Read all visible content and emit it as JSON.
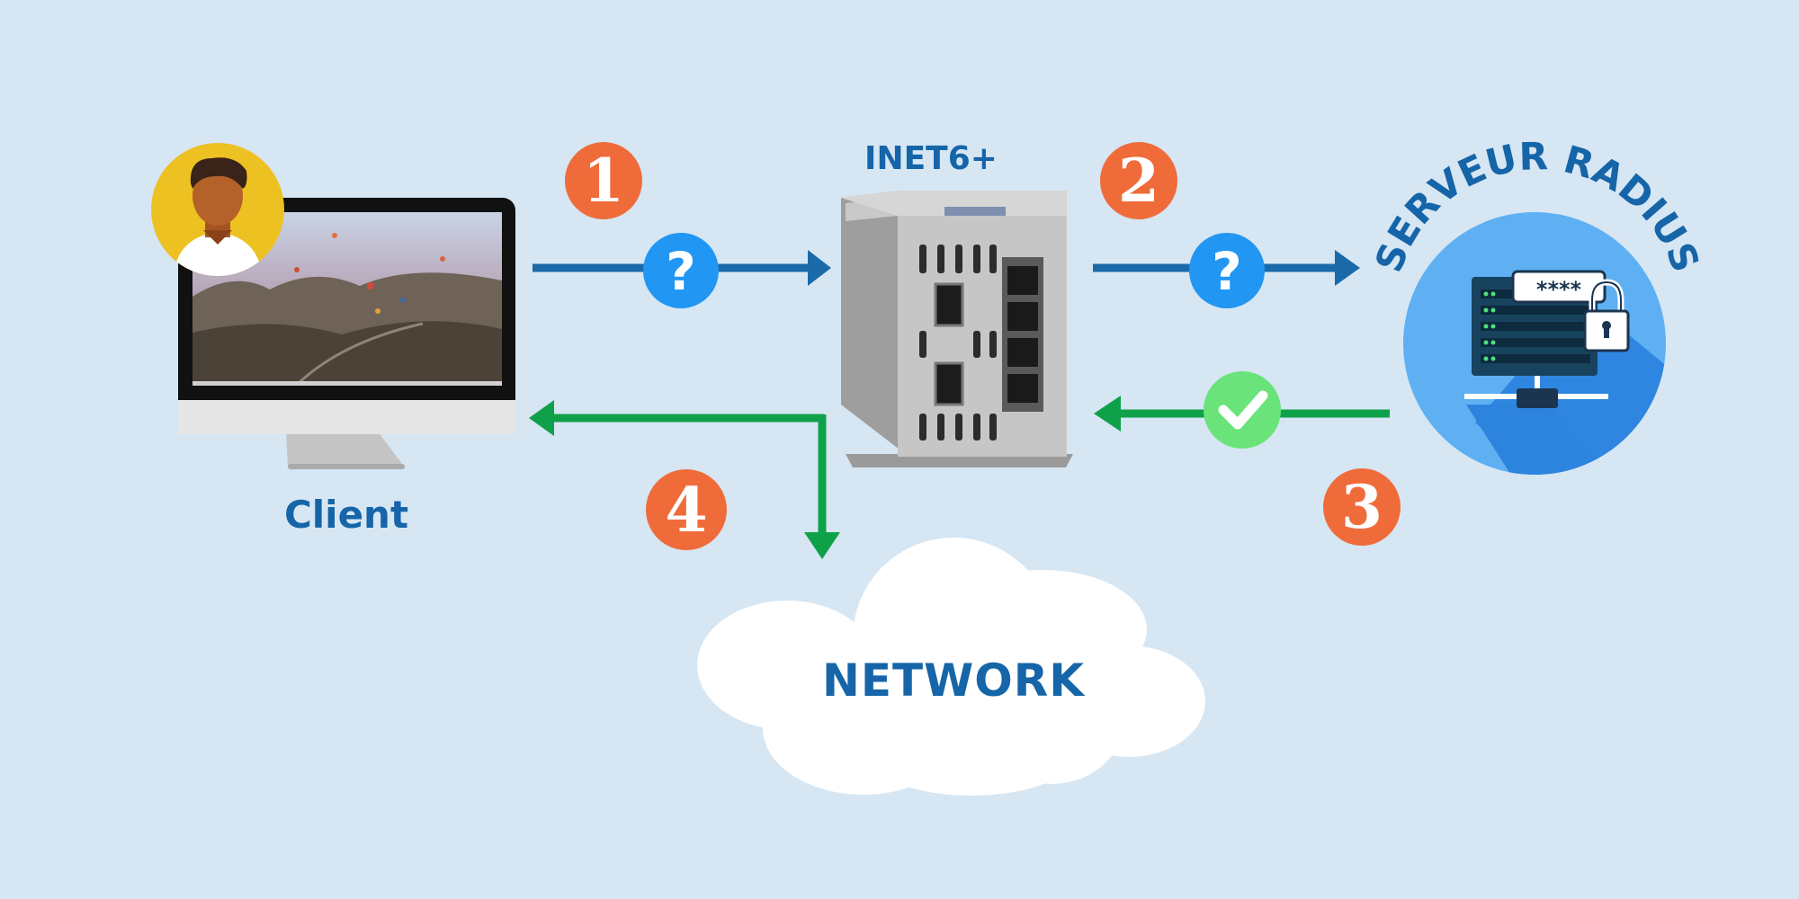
{
  "labels": {
    "client": "Client",
    "device": "INET6+",
    "server": "SERVEUR RADIUS",
    "network": "NETWORK"
  },
  "steps": [
    "1",
    "2",
    "3",
    "4"
  ],
  "query_mark": "?",
  "colors": {
    "background": "#d6e6f3",
    "text_blue": "#1565a8",
    "arrow_blue": "#1a6aa9",
    "arrow_green": "#0fa14a",
    "step_orange": "#ef6c3a",
    "query_blue": "#2196f3",
    "ok_green": "#69e37a",
    "avatar_yellow": "#eec123",
    "server_circle": "#5fb0f3"
  },
  "icons": [
    "user-avatar-icon",
    "monitor-icon",
    "switch-device-icon",
    "server-rack-icon",
    "lock-icon",
    "question-icon",
    "checkmark-icon",
    "cloud-icon"
  ]
}
